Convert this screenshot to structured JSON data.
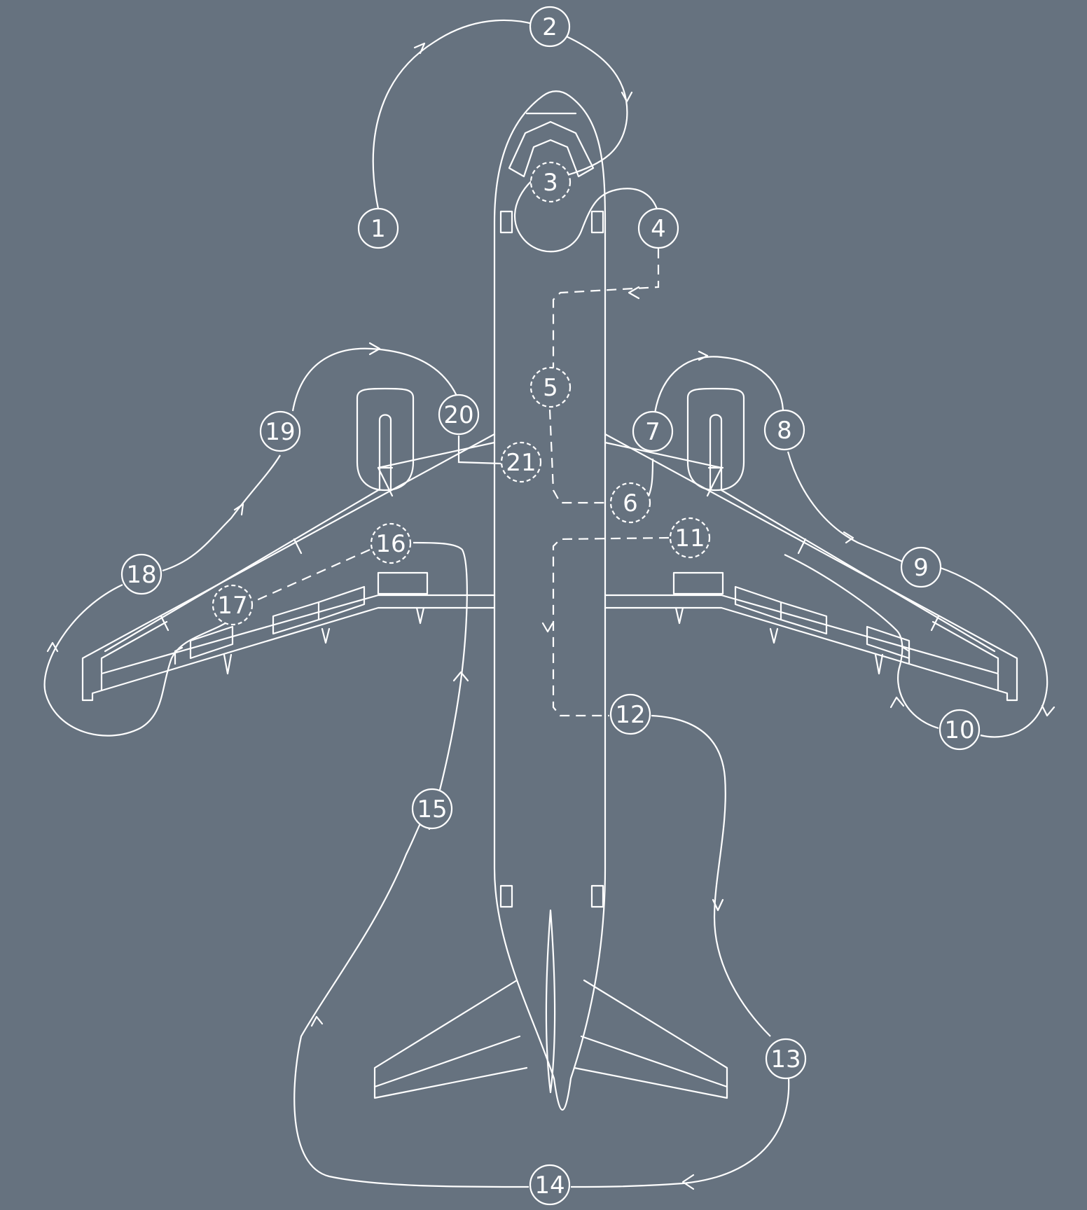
{
  "colors": {
    "background": "#66727f",
    "line": "#ffffff"
  },
  "steps": [
    {
      "label": "1",
      "inside": false
    },
    {
      "label": "2",
      "inside": false
    },
    {
      "label": "3",
      "inside": true
    },
    {
      "label": "4",
      "inside": false
    },
    {
      "label": "5",
      "inside": true
    },
    {
      "label": "6",
      "inside": true
    },
    {
      "label": "7",
      "inside": false
    },
    {
      "label": "8",
      "inside": false
    },
    {
      "label": "9",
      "inside": false
    },
    {
      "label": "10",
      "inside": false
    },
    {
      "label": "11",
      "inside": true
    },
    {
      "label": "12",
      "inside": false
    },
    {
      "label": "13",
      "inside": false
    },
    {
      "label": "14",
      "inside": false
    },
    {
      "label": "15",
      "inside": false
    },
    {
      "label": "16",
      "inside": true
    },
    {
      "label": "17",
      "inside": true
    },
    {
      "label": "18",
      "inside": false
    },
    {
      "label": "19",
      "inside": false
    },
    {
      "label": "20",
      "inside": false
    },
    {
      "label": "21",
      "inside": true
    }
  ]
}
